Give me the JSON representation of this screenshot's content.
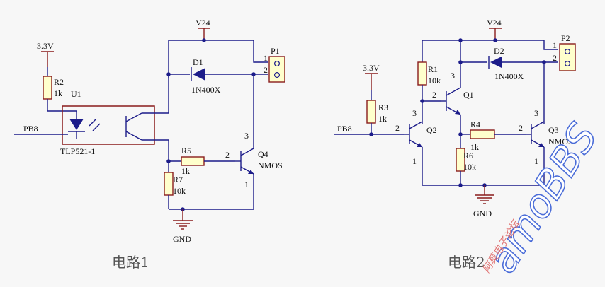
{
  "circuit1": {
    "power": "V24",
    "supply": "3.3V",
    "ground": "GND",
    "input": "PB8",
    "opto_ref": "U1",
    "opto_part": "TLP521-1",
    "r2_ref": "R2",
    "r2_val": "1k",
    "d1_ref": "D1",
    "d1_part": "1N400X",
    "r5_ref": "R5",
    "r5_val": "1k",
    "r7_ref": "R7",
    "r7_val": "10k",
    "q4_ref": "Q4",
    "q4_type": "NMOS",
    "p1_ref": "P1",
    "pin1": "1",
    "pin2": "2",
    "pin3": "3",
    "caption": "电路1"
  },
  "circuit2": {
    "power": "V24",
    "supply": "3.3V",
    "ground": "GND",
    "input": "PB8",
    "r1_ref": "R1",
    "r1_val": "10k",
    "r3_ref": "R3",
    "r3_val": "1k",
    "r4_ref": "R4",
    "r4_val": "1k",
    "r6_ref": "R6",
    "r6_val": "10k",
    "d2_ref": "D2",
    "d2_part": "1N400X",
    "q1_ref": "Q1",
    "q2_ref": "Q2",
    "q3_ref": "Q3",
    "q3_type": "NMOS",
    "p2_ref": "P2",
    "pin1": "1",
    "pin2": "2",
    "pin3": "3",
    "caption": "电路2"
  },
  "watermark": {
    "brand": "amoBBS",
    "sub": "阿莫电子论坛"
  }
}
